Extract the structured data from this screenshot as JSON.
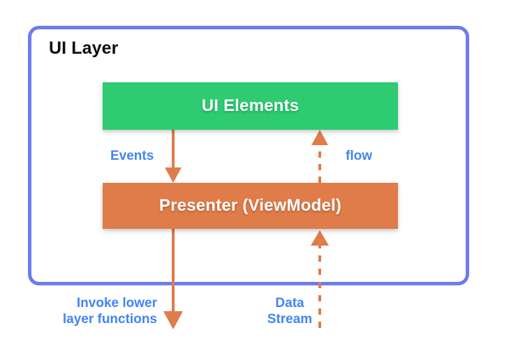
{
  "diagram": {
    "title": "UI Layer",
    "container": {
      "label": "UI Layer",
      "border_color": "#6b7cf0"
    },
    "nodes": [
      {
        "id": "ui-elements",
        "label": "UI Elements",
        "color": "#2ecb71",
        "text_color": "#ffffff"
      },
      {
        "id": "presenter",
        "label": "Presenter (ViewModel)",
        "color": "#e07c4a",
        "text_color": "#ffffff"
      }
    ],
    "edges": [
      {
        "id": "events",
        "label": "Events",
        "from": "ui-elements",
        "to": "presenter",
        "direction": "down",
        "style": "solid",
        "color": "#e07c4a"
      },
      {
        "id": "flow",
        "label": "flow",
        "from": "presenter",
        "to": "ui-elements",
        "direction": "up",
        "style": "dashed",
        "color": "#e07c4a"
      },
      {
        "id": "invoke-lower-layer-functions",
        "label": "Invoke lower\nlayer functions",
        "label_line1": "Invoke lower",
        "label_line2": "layer functions",
        "from": "presenter",
        "to": "lower-layer",
        "direction": "down",
        "style": "solid",
        "color": "#e07c4a"
      },
      {
        "id": "data-stream",
        "label": "Data\nStream",
        "label_line1": "Data",
        "label_line2": "Stream",
        "from": "lower-layer",
        "to": "presenter",
        "direction": "up",
        "style": "dashed",
        "color": "#e07c4a"
      }
    ],
    "label_color": "#4285f4"
  }
}
